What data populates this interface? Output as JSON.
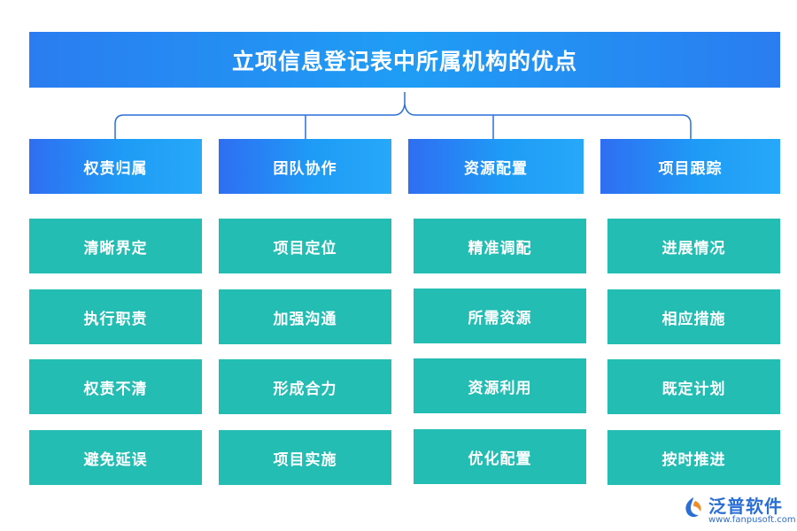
{
  "title": "立项信息登记表中所属机构的优点",
  "colors": {
    "title_bg": "#2a7df0",
    "header_bg": "#1e9cf6",
    "item_bg": "#24bdb4",
    "connector": "#2a6fd6",
    "logo": "#2a6fd6",
    "logo_accent": "#f28c28"
  },
  "columns": [
    {
      "header": "权责归属",
      "items": [
        "清晰界定",
        "执行职责",
        "权责不清",
        "避免延误"
      ]
    },
    {
      "header": "团队协作",
      "items": [
        "项目定位",
        "加强沟通",
        "形成合力",
        "项目实施"
      ]
    },
    {
      "header": "资源配置",
      "items": [
        "精准调配",
        "所需资源",
        "资源利用",
        "优化配置"
      ]
    },
    {
      "header": "项目跟踪",
      "items": [
        "进展情况",
        "相应措施",
        "既定计划",
        "按时推进"
      ]
    }
  ],
  "logo": {
    "name": "泛普软件",
    "url": "www.fanpusoft.com"
  }
}
